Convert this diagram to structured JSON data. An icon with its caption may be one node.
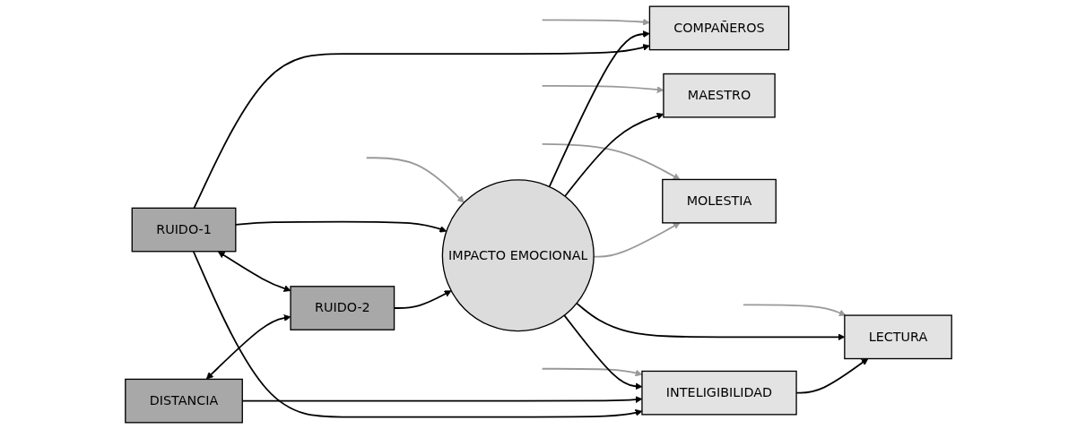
{
  "diagram": {
    "nodes": [
      {
        "text": [
          "COMPAÑEROS"
        ]
      },
      {
        "text": [
          "MAESTRO"
        ]
      },
      {
        "text": [
          "MOLESTIA"
        ]
      },
      {
        "text": [
          "IMPACTO EMOCIONAL"
        ]
      },
      {
        "text": [
          "INTELIGIBILIDAD"
        ]
      },
      {
        "text": [
          "LECTURA"
        ]
      },
      {
        "text": [
          "DISTANCIA"
        ]
      },
      {
        "text": [
          "RUIDO-1"
        ]
      },
      {
        "text": [
          "RUIDO-2"
        ]
      }
    ],
    "edges": [
      {
        "from": null,
        "to": 0,
        "arrow": "to",
        "color": "#999999"
      },
      {
        "from": null,
        "to": 1,
        "arrow": "to",
        "color": "#999999"
      },
      {
        "from": null,
        "to": 2,
        "arrow": "to",
        "color": "#999999"
      },
      {
        "from": null,
        "to": 3,
        "arrow": "to",
        "color": "#999999"
      },
      {
        "from": null,
        "to": 4,
        "arrow": "to",
        "color": "#999999"
      },
      {
        "from": null,
        "to": 5,
        "arrow": "to",
        "color": "#999999"
      },
      {
        "from": 3,
        "to": 0,
        "arrow": "to"
      },
      {
        "from": 3,
        "to": 1,
        "arrow": "to"
      },
      {
        "from": 3,
        "to": 2,
        "arrow": "to",
        "color": "#999999"
      },
      {
        "from": 3,
        "to": 4,
        "arrow": "to"
      },
      {
        "from": 3,
        "to": 5,
        "arrow": "to"
      },
      {
        "from": 4,
        "to": 5,
        "arrow": "to"
      },
      {
        "from": 6,
        "to": 4,
        "arrow": "to"
      },
      {
        "from": 7,
        "to": 3,
        "arrow": "to"
      },
      {
        "from": 7,
        "to": 4,
        "arrow": "to"
      },
      {
        "from": 8,
        "to": 3,
        "arrow": "to"
      },
      {
        "from": 7,
        "to": 8,
        "arrow": "both"
      },
      {
        "from": 7,
        "to": 0,
        "arrow": "to"
      },
      {
        "from": 6,
        "to": 8,
        "arrow": "both"
      }
    ]
  }
}
